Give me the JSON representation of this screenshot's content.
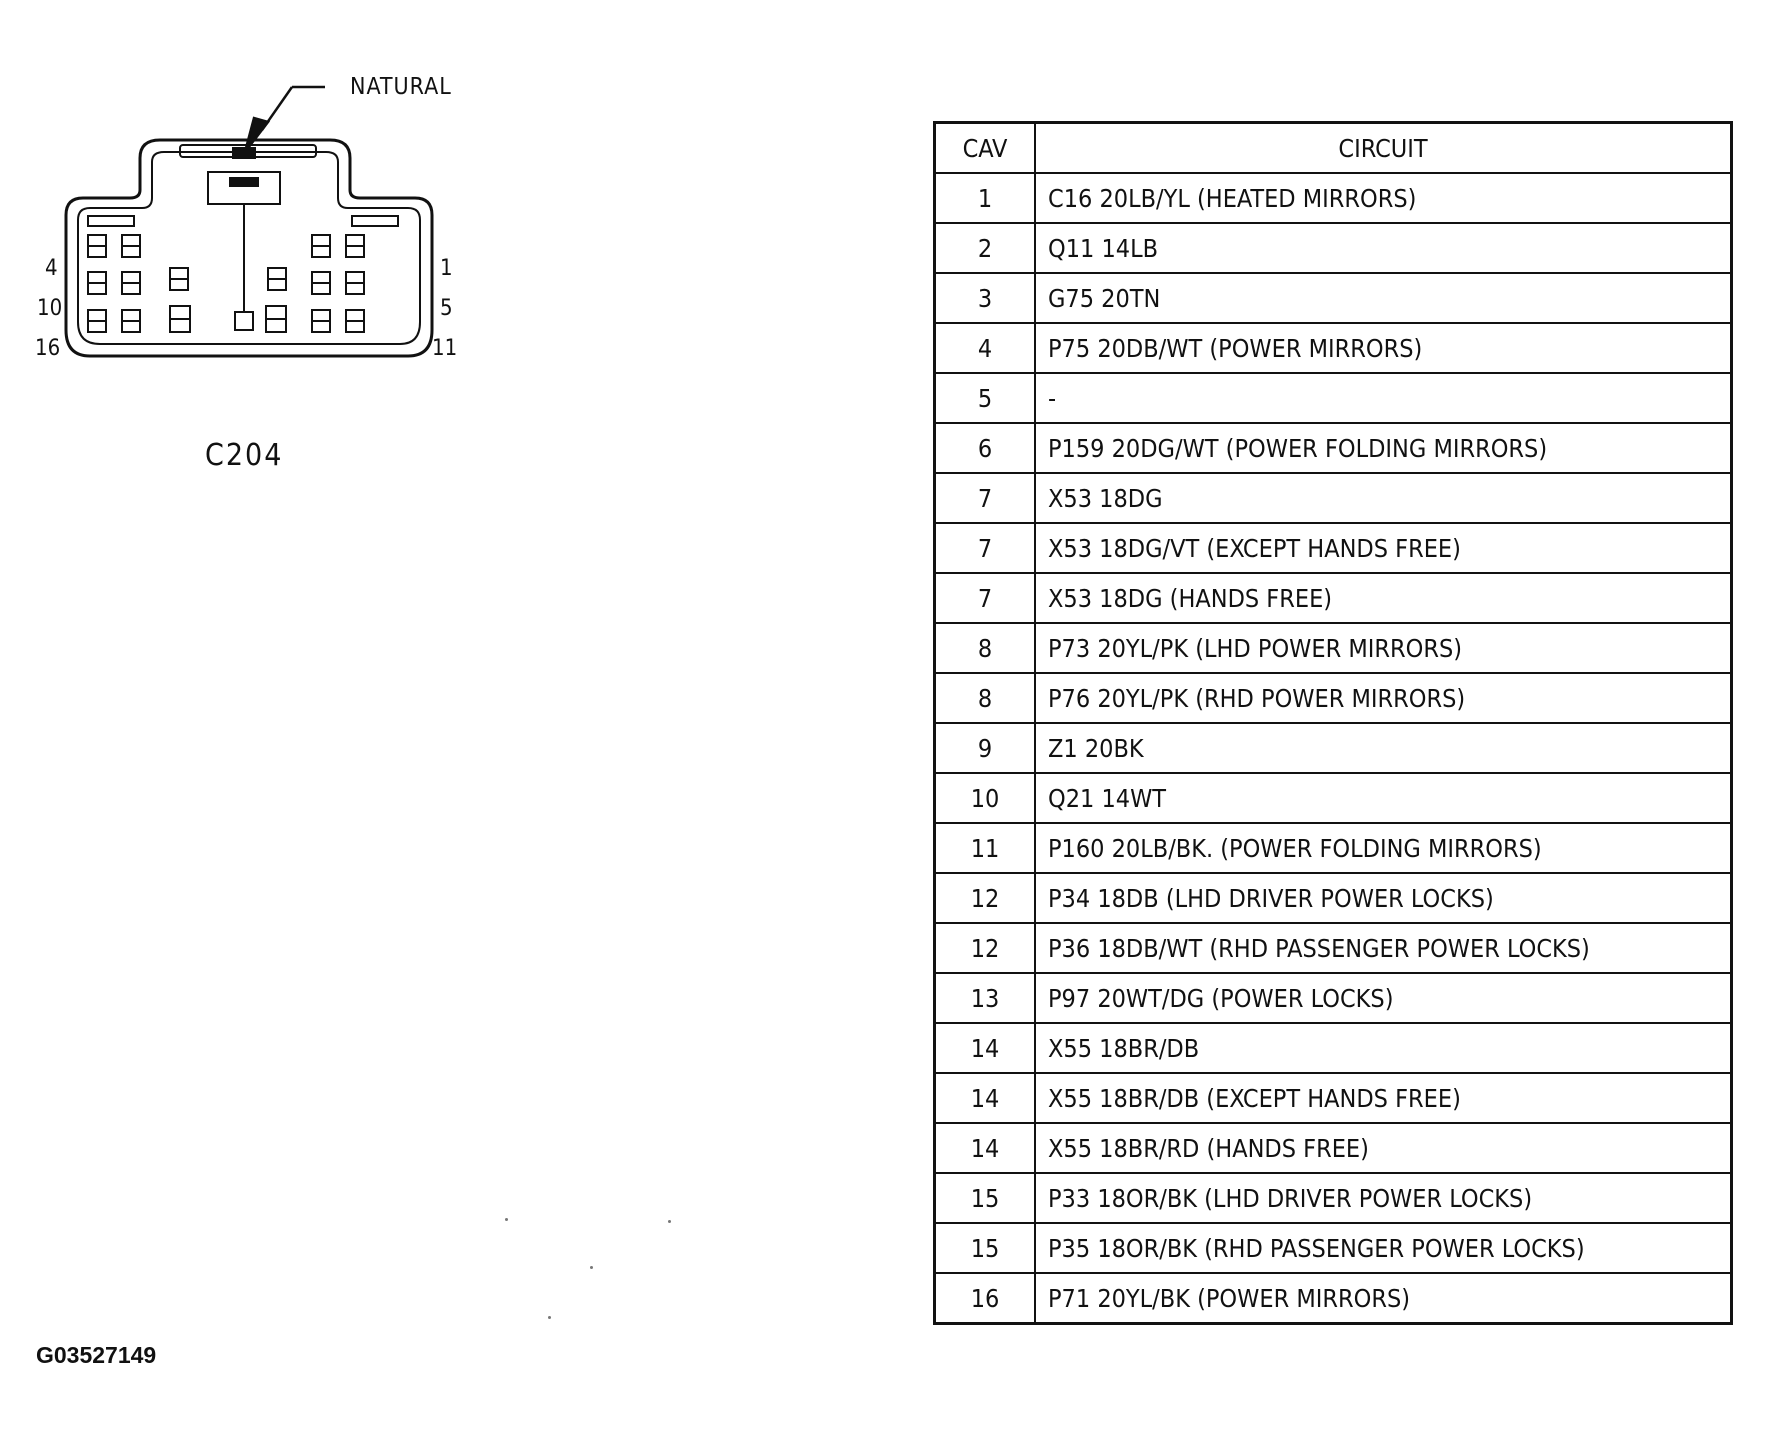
{
  "connector": {
    "name": "C204",
    "callout": "NATURAL",
    "pin_numbers": {
      "top_left": "4",
      "middle_left": "10",
      "bottom_left": "16",
      "top_right": "1",
      "middle_right": "5",
      "bottom_right": "11"
    }
  },
  "table": {
    "headers": {
      "cav": "CAV",
      "circuit": "CIRCUIT"
    },
    "rows": [
      {
        "cav": "1",
        "circuit": "C16 20LB/YL (HEATED MIRRORS)"
      },
      {
        "cav": "2",
        "circuit": "Q11 14LB"
      },
      {
        "cav": "3",
        "circuit": "G75 20TN"
      },
      {
        "cav": "4",
        "circuit": "P75 20DB/WT (POWER MIRRORS)"
      },
      {
        "cav": "5",
        "circuit": "-"
      },
      {
        "cav": "6",
        "circuit": "P159 20DG/WT (POWER FOLDING MIRRORS)"
      },
      {
        "cav": "7",
        "circuit": "X53 18DG"
      },
      {
        "cav": "7",
        "circuit": "X53 18DG/VT (EXCEPT HANDS FREE)"
      },
      {
        "cav": "7",
        "circuit": "X53 18DG (HANDS FREE)"
      },
      {
        "cav": "8",
        "circuit": "P73 20YL/PK (LHD POWER MIRRORS)"
      },
      {
        "cav": "8",
        "circuit": "P76 20YL/PK (RHD POWER MIRRORS)"
      },
      {
        "cav": "9",
        "circuit": "Z1 20BK"
      },
      {
        "cav": "10",
        "circuit": "Q21 14WT"
      },
      {
        "cav": "11",
        "circuit": "P160 20LB/BK. (POWER FOLDING MIRRORS)"
      },
      {
        "cav": "12",
        "circuit": "P34 18DB (LHD DRIVER POWER LOCKS)"
      },
      {
        "cav": "12",
        "circuit": "P36 18DB/WT (RHD PASSENGER POWER LOCKS)"
      },
      {
        "cav": "13",
        "circuit": "P97 20WT/DG (POWER LOCKS)"
      },
      {
        "cav": "14",
        "circuit": "X55 18BR/DB"
      },
      {
        "cav": "14",
        "circuit": "X55 18BR/DB (EXCEPT HANDS FREE)"
      },
      {
        "cav": "14",
        "circuit": "X55 18BR/RD (HANDS FREE)"
      },
      {
        "cav": "15",
        "circuit": "P33 18OR/BK (LHD DRIVER POWER LOCKS)"
      },
      {
        "cav": "15",
        "circuit": "P35 18OR/BK (RHD PASSENGER POWER LOCKS)"
      },
      {
        "cav": "16",
        "circuit": "P71 20YL/BK (POWER MIRRORS)"
      }
    ]
  },
  "figure_id": "G03527149"
}
